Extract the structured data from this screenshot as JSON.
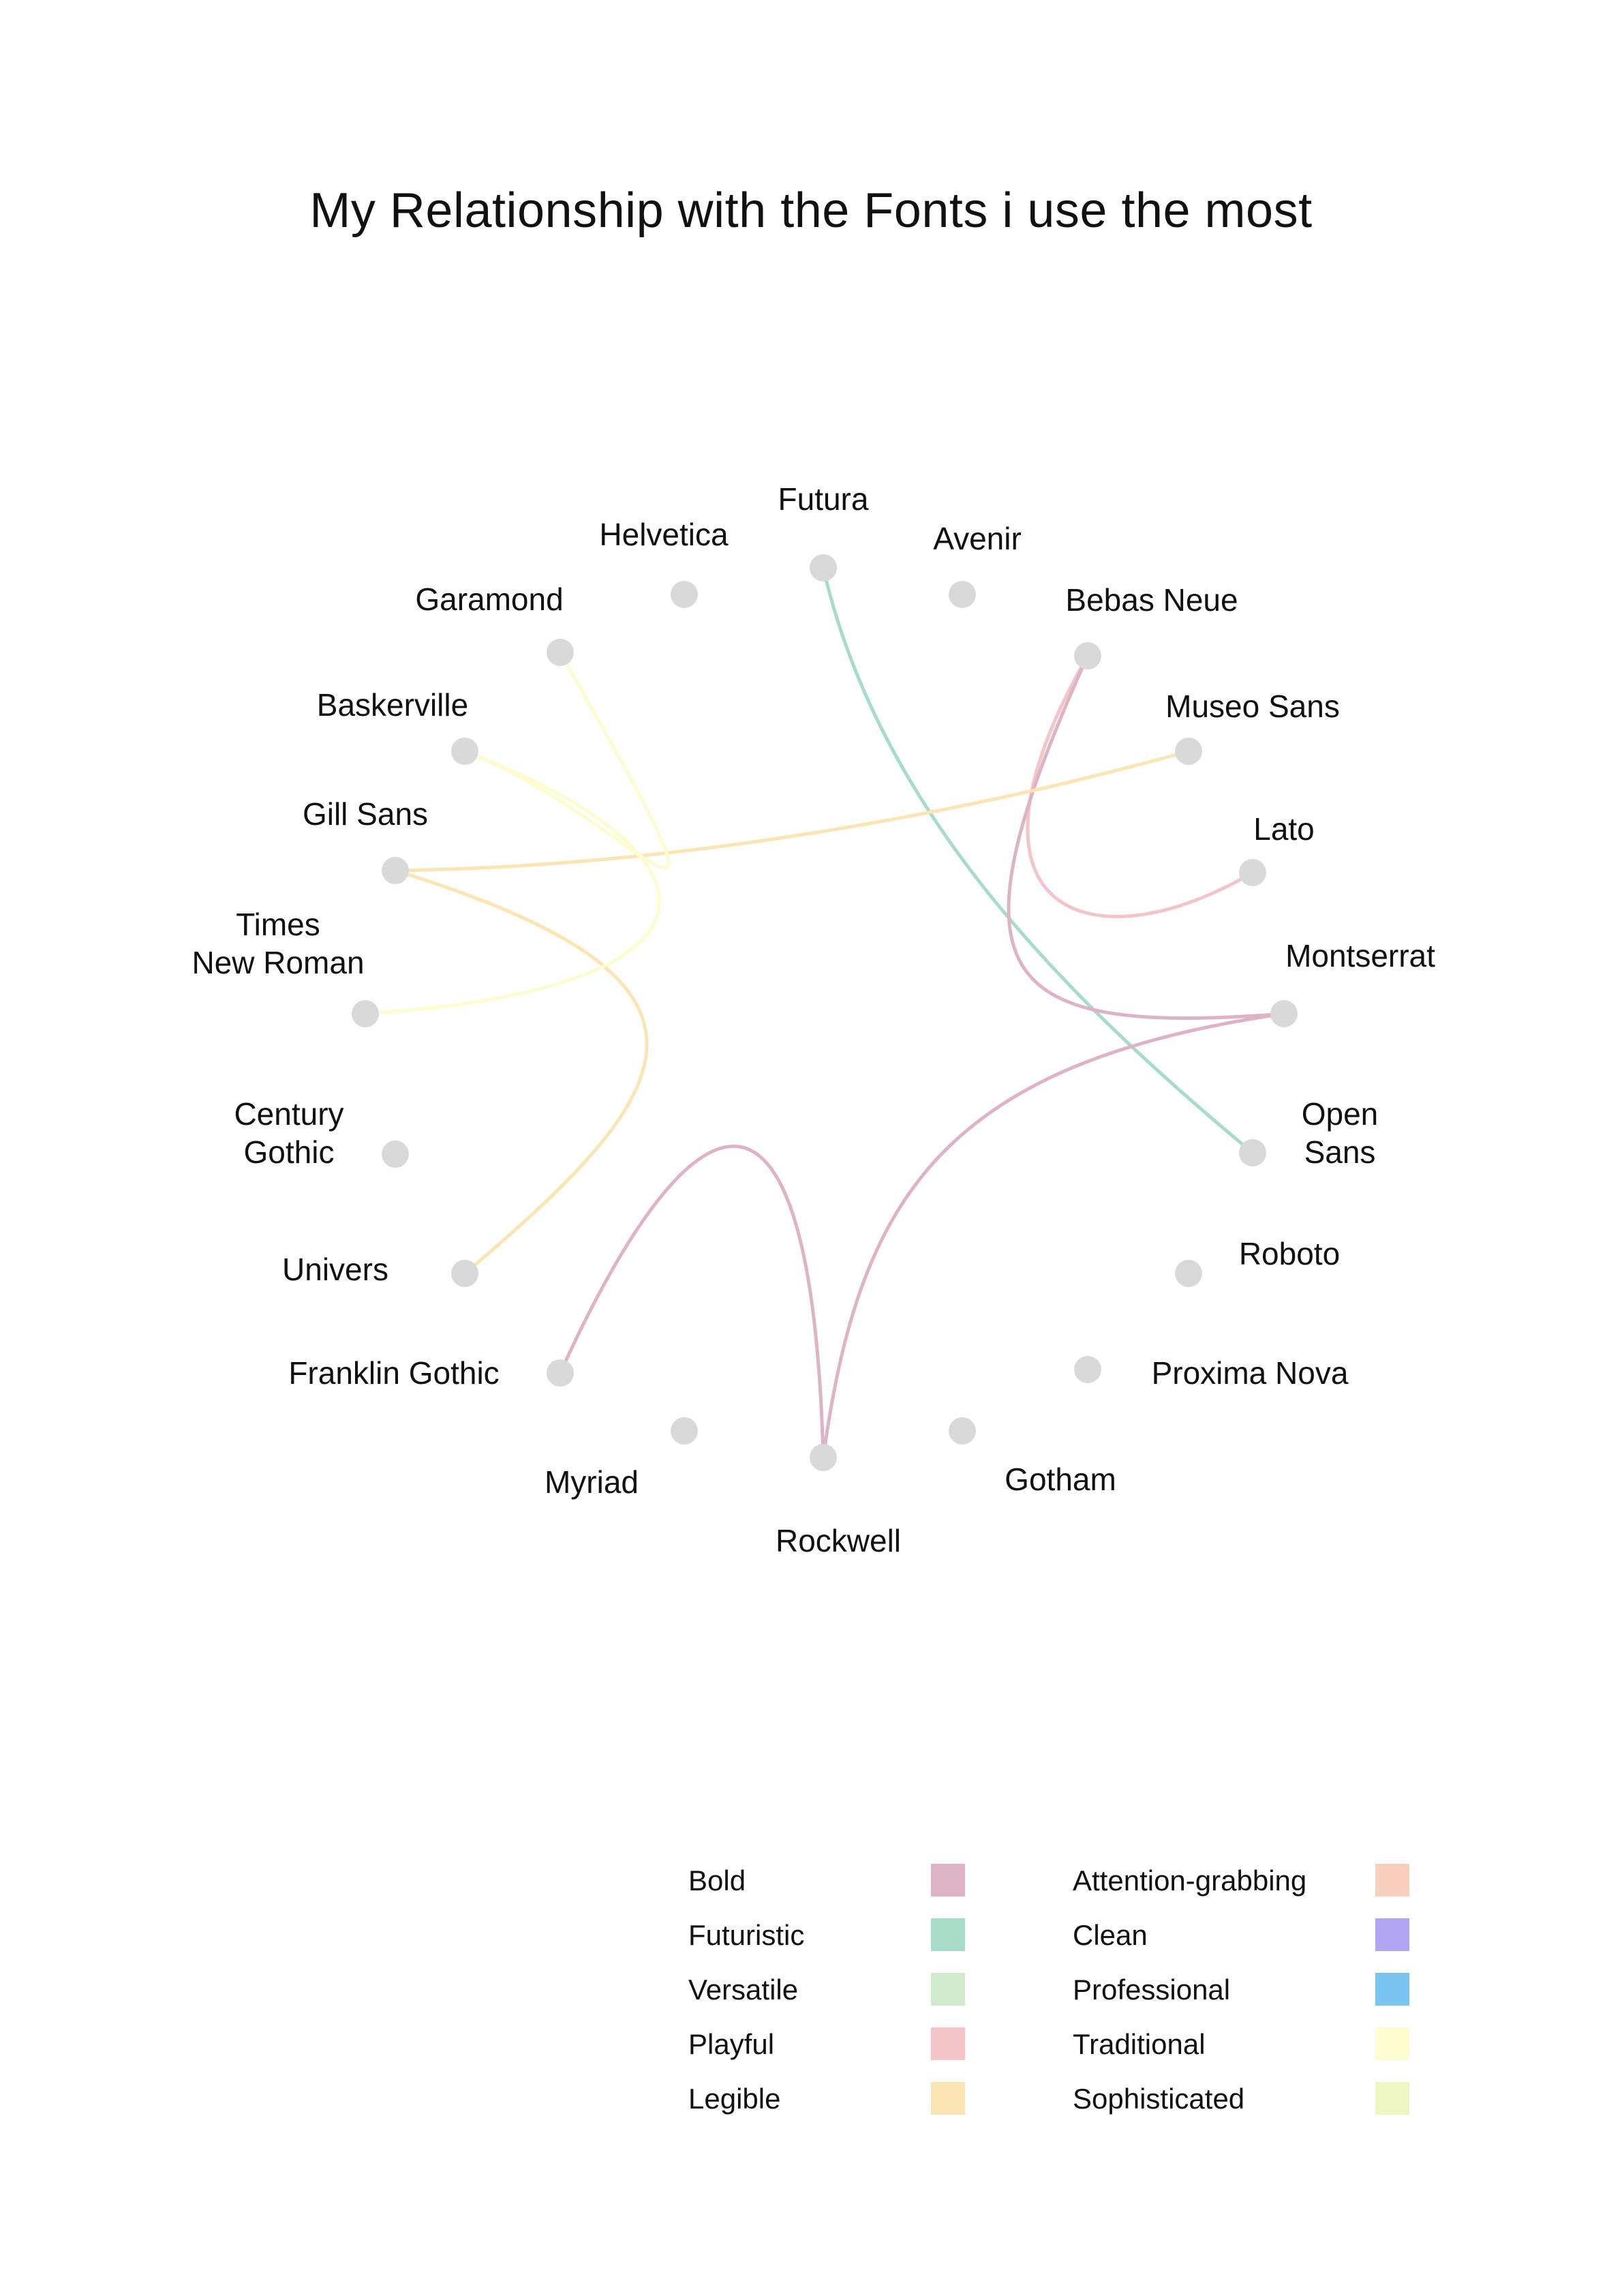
{
  "title": "My Relationship with the Fonts i use the most",
  "nodes": [
    {
      "id": "futura",
      "label": [
        "Futura"
      ]
    },
    {
      "id": "avenir",
      "label": [
        "Avenir"
      ]
    },
    {
      "id": "bebas",
      "label": [
        "Bebas Neue"
      ]
    },
    {
      "id": "museo",
      "label": [
        "Museo Sans"
      ]
    },
    {
      "id": "lato",
      "label": [
        "Lato"
      ]
    },
    {
      "id": "montserrat",
      "label": [
        "Montserrat"
      ]
    },
    {
      "id": "opensans",
      "label": [
        "Open",
        "Sans"
      ]
    },
    {
      "id": "roboto",
      "label": [
        "Roboto"
      ]
    },
    {
      "id": "proxima",
      "label": [
        "Proxima Nova"
      ]
    },
    {
      "id": "gotham",
      "label": [
        "Gotham"
      ]
    },
    {
      "id": "rockwell",
      "label": [
        "Rockwell"
      ]
    },
    {
      "id": "myriad",
      "label": [
        "Myriad"
      ]
    },
    {
      "id": "franklin",
      "label": [
        "Franklin Gothic"
      ]
    },
    {
      "id": "univers",
      "label": [
        "Univers"
      ]
    },
    {
      "id": "century",
      "label": [
        "Century",
        "Gothic"
      ]
    },
    {
      "id": "times",
      "label": [
        "Times",
        "New Roman"
      ]
    },
    {
      "id": "gill",
      "label": [
        "Gill Sans"
      ]
    },
    {
      "id": "baskerville",
      "label": [
        "Baskerville"
      ]
    },
    {
      "id": "garamond",
      "label": [
        "Garamond"
      ]
    },
    {
      "id": "helvetica",
      "label": [
        "Helvetica"
      ]
    }
  ],
  "links": [
    {
      "source": "futura",
      "target": "opensans",
      "category": "Futuristic"
    },
    {
      "source": "bebas",
      "target": "lato",
      "category": "Playful"
    },
    {
      "source": "bebas",
      "target": "montserrat",
      "category": "Bold"
    },
    {
      "source": "montserrat",
      "target": "rockwell",
      "category": "Bold"
    },
    {
      "source": "rockwell",
      "target": "franklin",
      "category": "Bold"
    },
    {
      "source": "gill",
      "target": "museo",
      "category": "Legible"
    },
    {
      "source": "gill",
      "target": "univers",
      "category": "Legible"
    },
    {
      "source": "garamond",
      "target": "baskerville",
      "category": "Traditional"
    },
    {
      "source": "baskerville",
      "target": "times",
      "category": "Traditional"
    }
  ],
  "legend": [
    {
      "label": "Bold",
      "color": "#dfb3c6"
    },
    {
      "label": "Futuristic",
      "color": "#a7dcc9"
    },
    {
      "label": "Versatile",
      "color": "#d2ebcc"
    },
    {
      "label": "Playful",
      "color": "#f4c5c8"
    },
    {
      "label": "Legible",
      "color": "#fbe5b3"
    },
    {
      "label": "Attention-grabbing",
      "color": "#f9cfc0"
    },
    {
      "label": "Clean",
      "color": "#b2a6f3"
    },
    {
      "label": "Professional",
      "color": "#7ac5f0"
    },
    {
      "label": "Traditional",
      "color": "#fdfdd0"
    },
    {
      "label": "Sophisticated",
      "color": "#eef6c0"
    }
  ],
  "node_color": "#d9d9d9"
}
